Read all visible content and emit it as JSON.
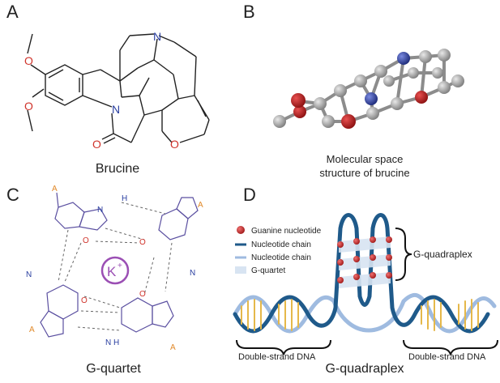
{
  "panels": {
    "a": {
      "letter": "A",
      "caption": "Brucine"
    },
    "b": {
      "letter": "B",
      "caption_line1": "Molecular space",
      "caption_line2": "structure of brucine"
    },
    "c": {
      "letter": "C",
      "caption": "G-quartet",
      "ion": "K",
      "ion_charge": "+"
    },
    "d": {
      "letter": "D",
      "caption": "G-quadraplex"
    }
  },
  "structure_a_labels": {
    "oxygen": "O",
    "nitrogen": "N"
  },
  "quartet_labels": {
    "N": "N",
    "H": "H",
    "O": "O",
    "A": "A"
  },
  "legend": [
    {
      "label": "Guanine nucleotide",
      "marker": "red-sphere",
      "color": "#c0262d"
    },
    {
      "label": "Nucleotide chain",
      "marker": "dark-line",
      "color": "#1f5a8a"
    },
    {
      "label": "Nucleotide chain",
      "marker": "light-line",
      "color": "#9fbbe0"
    },
    {
      "label": "G-quartet",
      "marker": "pale-box",
      "color": "#d8e4f2"
    }
  ],
  "d_labels": {
    "quadraplex": "G-quadraplex",
    "left_dna": "Double-strand DNA",
    "right_dna": "Double-strand DNA"
  },
  "colors": {
    "oxygen": "#d0342c",
    "nitrogen": "#2a3fa0",
    "bond": "#222222",
    "quartet_bond": "#5a4fa0",
    "quartet_ion": "#9b4fb4",
    "quartet_A": "#e0892a",
    "atom_grey": "#9a9a9a",
    "atom_red": "#b01e1e",
    "atom_blue": "#2b3f9e"
  }
}
